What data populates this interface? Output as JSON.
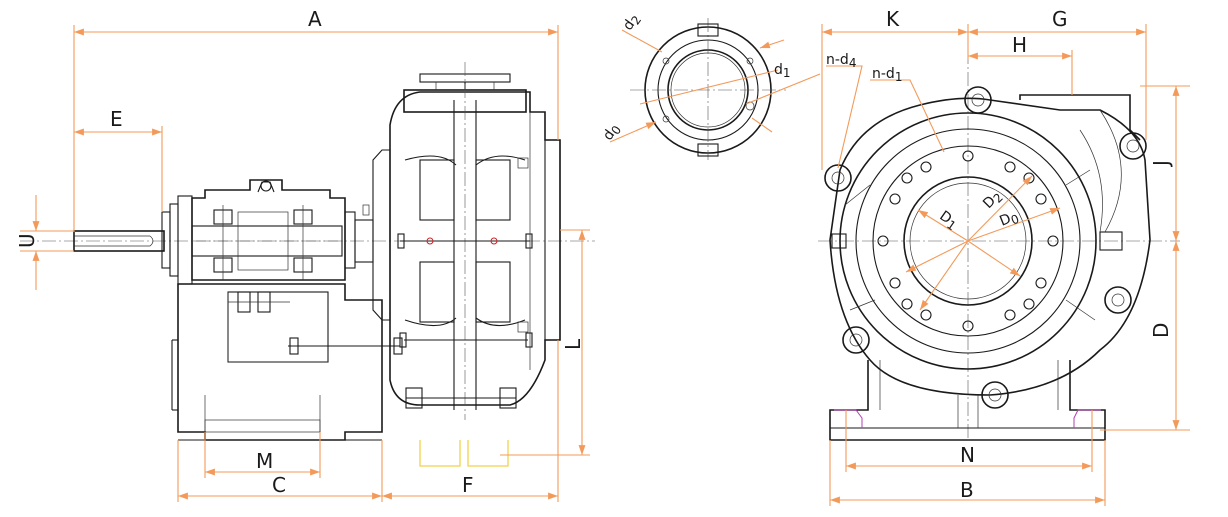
{
  "labels": {
    "A": "A",
    "E": "E",
    "U": "U",
    "M": "M",
    "C": "C",
    "F": "F",
    "L": "L",
    "K": "K",
    "G": "G",
    "H": "H",
    "J": "J",
    "D": "D",
    "N": "N",
    "B": "B",
    "n_d4": "n-d",
    "n_d4_sub": "4",
    "n_d1": "n-d",
    "n_d1_sub": "1",
    "d1": "d",
    "d1_sub": "1",
    "d2": "d",
    "d2_sub": "2",
    "d0": "d",
    "d0_sub": "0",
    "D1": "D",
    "D1_sub": "1",
    "D2": "D",
    "D2_sub": "2",
    "D0": "D",
    "D0_sub": "0"
  },
  "colors": {
    "dimension": "#f39a5a",
    "outline": "#1a1a1a",
    "base_pad": "#f2d24a",
    "foot": "#b040b0"
  }
}
